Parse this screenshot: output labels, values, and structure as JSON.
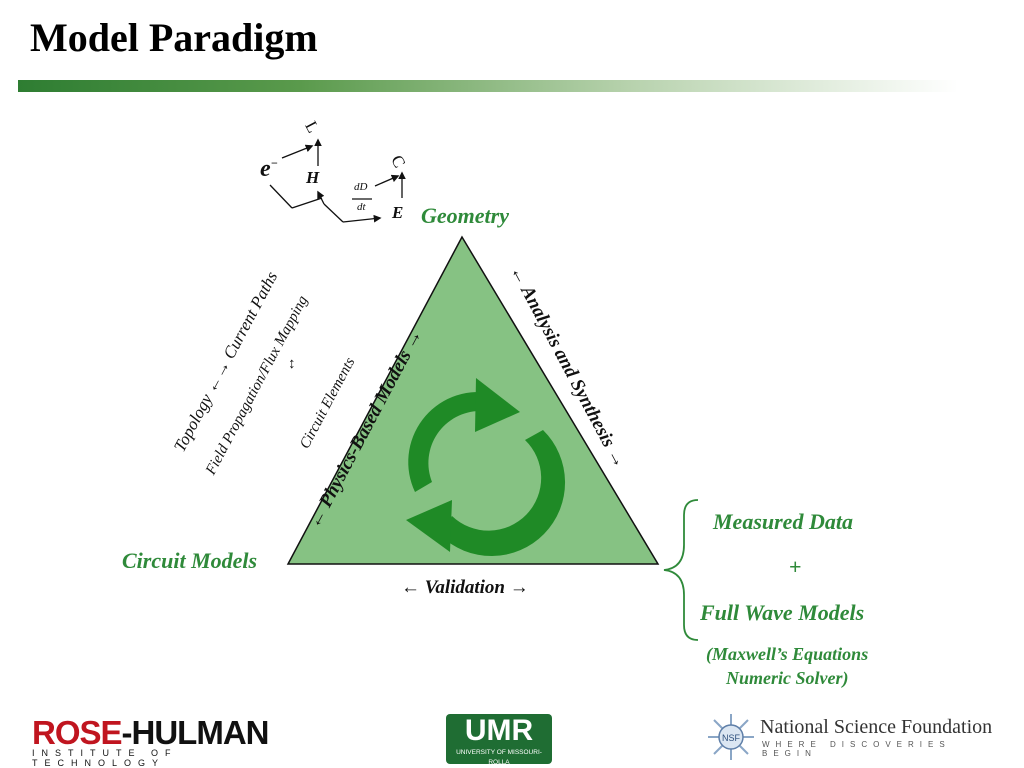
{
  "slide": {
    "title": "Model Paradigm"
  },
  "vertices": {
    "geometry": "Geometry",
    "circuit_models": "Circuit Models"
  },
  "edges": {
    "left_edge": "Physics-Based Models",
    "right_edge": "Analysis and Synthesis",
    "bottom_edge": "Validation"
  },
  "left_labels": {
    "topology": "Topology",
    "current_paths": "Current Paths",
    "field_flux": "Field Propagation/Flux Mapping",
    "circuit_elements": "Circuit Elements"
  },
  "symbols": {
    "e": "e",
    "e_sup": "−",
    "h": "H",
    "e_vec": "E",
    "l": "L",
    "c": "C",
    "dd": "dD",
    "dt": "dt"
  },
  "right_brace": {
    "measured": "Measured Data",
    "plus": "+",
    "full_wave": "Full Wave Models",
    "maxwell_line1": "(Maxwell’s Equations",
    "maxwell_line2": "Numeric Solver)"
  },
  "logos": {
    "rose_red": "ROSE",
    "rose_black": "-HULMAN",
    "rose_sub": "INSTITUTE OF TECHNOLOGY",
    "umr": "UMR",
    "umr_sub": "UNIVERSITY OF MISSOURI-ROLLA",
    "nsf_name": "National Science Foundation",
    "nsf_tag": "WHERE DISCOVERIES BEGIN",
    "nsf_mark": "NSF"
  },
  "colors": {
    "triangle_fill": "#86c283",
    "arrows": "#1f8a26",
    "label_green": "#2f8a3a"
  }
}
